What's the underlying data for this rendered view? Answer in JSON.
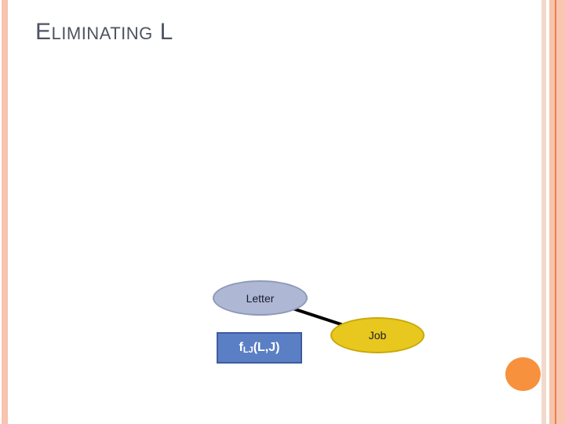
{
  "slide": {
    "title_first_letter": "E",
    "title_rest": "LIMINATING",
    "title_second_cap": "L",
    "title_full": "ELIMINATING L",
    "background_color": "#ffffff"
  },
  "decor": {
    "stripe_left_color": "#f7c4ae",
    "stripe_right_outer_color": "#f2d9cd",
    "stripe_right_mid_color": "#f8c3ab",
    "stripe_right_line_color": "#e8814f",
    "stripe_right_inner_color": "#f9c6b0",
    "bullet_circle_color": "#f7913d"
  },
  "diagram": {
    "nodes": [
      {
        "id": "letter",
        "label": "Letter",
        "shape": "ellipse",
        "fill": "#aeb8d4",
        "border": "#8e9ab8"
      },
      {
        "id": "job",
        "label": "Job",
        "shape": "ellipse",
        "fill": "#e8c81e",
        "border": "#c8a808"
      },
      {
        "id": "factor",
        "label_base": "f",
        "label_subscript": "LJ",
        "label_args": "(L,J)",
        "label_full": "fLJ(L,J)",
        "shape": "rectangle",
        "fill": "#5b7fc4",
        "border": "#3d5c9e",
        "text_color": "#ffffff"
      }
    ],
    "edges": [
      {
        "id": "letter-to-job",
        "from": "letter",
        "to": "job",
        "style": "solid-arrow",
        "color": "#000000"
      }
    ]
  }
}
